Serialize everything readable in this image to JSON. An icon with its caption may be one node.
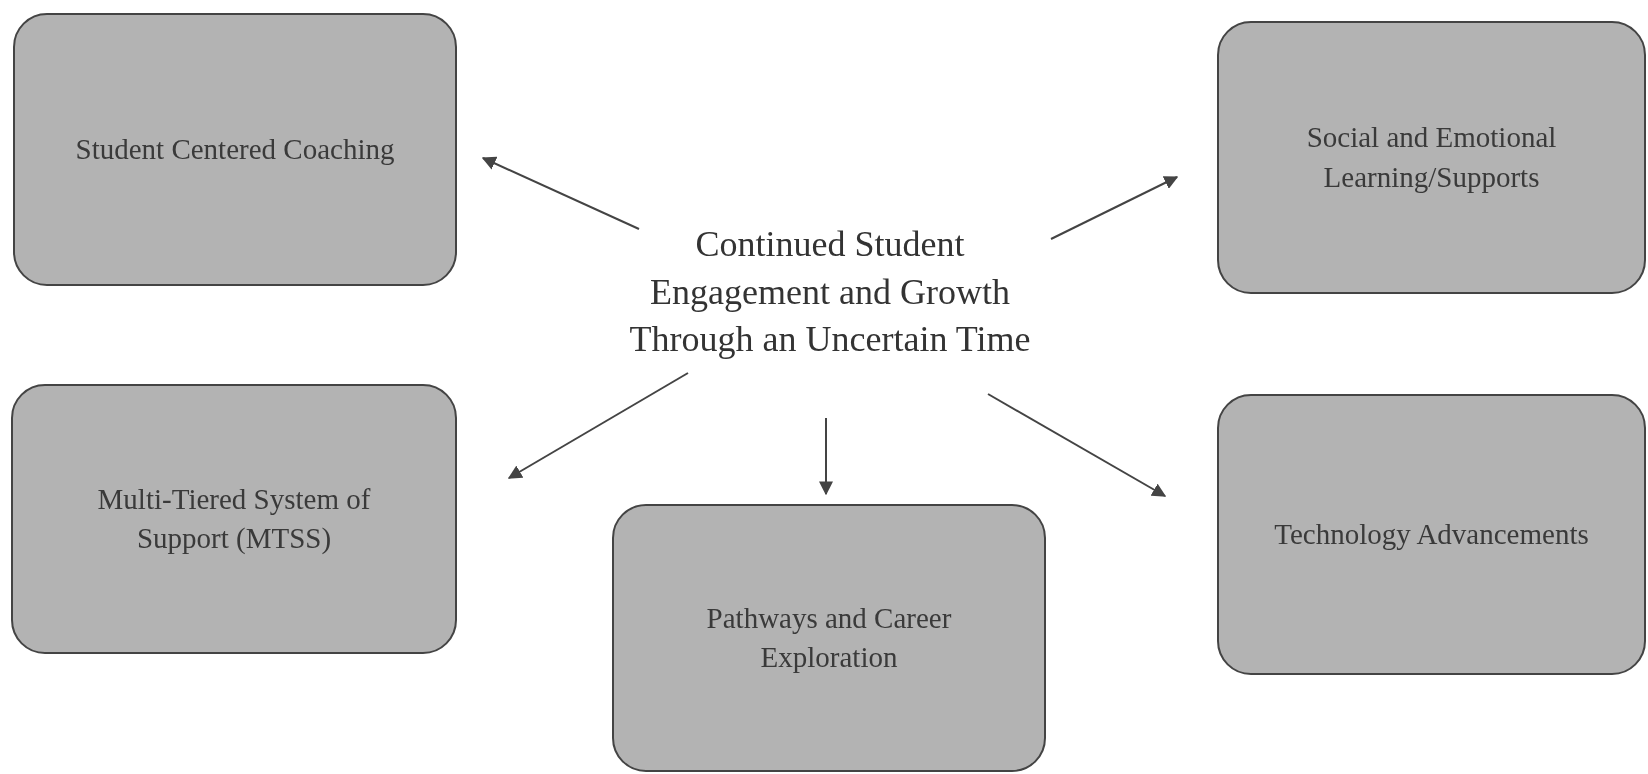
{
  "diagram": {
    "nodes": [
      {
        "text": [
          "Continued Student Engagement and Growth Through an Uncertain Time"
        ]
      },
      {
        "text": [
          "Student Centered Coaching"
        ]
      },
      {
        "text": [
          "Social and Emotional Learning/Supports"
        ]
      },
      {
        "text": [
          "Multi-Tiered System of Support (MTSS)"
        ]
      },
      {
        "text": [
          "Pathways and Career Exploration"
        ]
      },
      {
        "text": [
          "Technology Advancements"
        ]
      }
    ],
    "edges": [
      {
        "from": 0,
        "to": 1,
        "arrow": "to"
      },
      {
        "from": 0,
        "to": 2,
        "arrow": "to"
      },
      {
        "from": 0,
        "to": 3,
        "arrow": "to"
      },
      {
        "from": 0,
        "to": 4,
        "arrow": "to"
      },
      {
        "from": 0,
        "to": 5,
        "arrow": "to"
      }
    ]
  }
}
